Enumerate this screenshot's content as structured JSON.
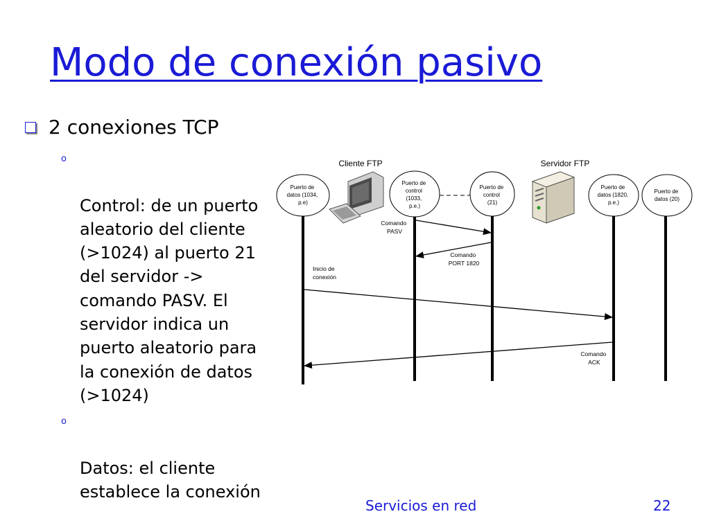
{
  "title": "Modo de conexión pasivo",
  "bullet": {
    "text": "2 conexiones TCP",
    "subitems": [
      "Control: de un puerto\naleatorio del cliente\n(>1024) al puerto 21\ndel servidor ->\ncomando PASV. El\nservidor indica un\npuerto aleatorio para\nla conexión de datos\n(>1024)",
      "Datos: el cliente\nestablece la conexión"
    ]
  },
  "diagram": {
    "client_label": "Cliente FTP",
    "server_label": "Servidor FTP",
    "ports": [
      {
        "lines": [
          "Puerto de",
          "datos (1034,",
          "p.e)"
        ]
      },
      {
        "lines": [
          "Puerto de",
          "control",
          "(1033,",
          "p.e.)"
        ]
      },
      {
        "lines": [
          "Puerto de",
          "control",
          "(21)"
        ]
      },
      {
        "lines": [
          "Puerto de",
          "datos (1820,",
          "p.e.)"
        ]
      },
      {
        "lines": [
          "Puerto de",
          "datos (20)"
        ]
      }
    ],
    "messages": [
      {
        "lines": [
          "Comando",
          "PASV"
        ]
      },
      {
        "lines": [
          "Comando",
          "PORT 1820"
        ]
      },
      {
        "lines": [
          "Inicio de",
          "conexión"
        ]
      },
      {
        "lines": [
          "Comando",
          "ACK"
        ]
      }
    ],
    "icons": [
      "computer-icon",
      "server-icon"
    ]
  },
  "footer": {
    "label": "Servicios en red",
    "page": "22"
  },
  "colors": {
    "title": "#1a1ad6",
    "footer": "#1a1ad6"
  }
}
